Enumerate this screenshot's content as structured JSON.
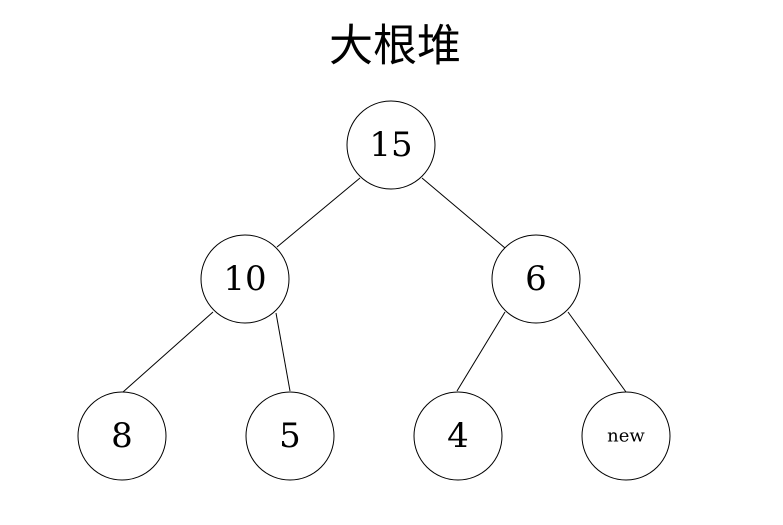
{
  "title": "大根堆",
  "nodes": [
    {
      "id": "n0",
      "label": "15"
    },
    {
      "id": "n1",
      "label": "10"
    },
    {
      "id": "n2",
      "label": "6"
    },
    {
      "id": "n3",
      "label": "8"
    },
    {
      "id": "n4",
      "label": "5"
    },
    {
      "id": "n5",
      "label": "4"
    },
    {
      "id": "n6",
      "label": "new"
    }
  ],
  "edges": [
    {
      "from": "n0",
      "to": "n1"
    },
    {
      "from": "n0",
      "to": "n2"
    },
    {
      "from": "n1",
      "to": "n3"
    },
    {
      "from": "n1",
      "to": "n4"
    },
    {
      "from": "n2",
      "to": "n5"
    },
    {
      "from": "n2",
      "to": "n6"
    }
  ]
}
